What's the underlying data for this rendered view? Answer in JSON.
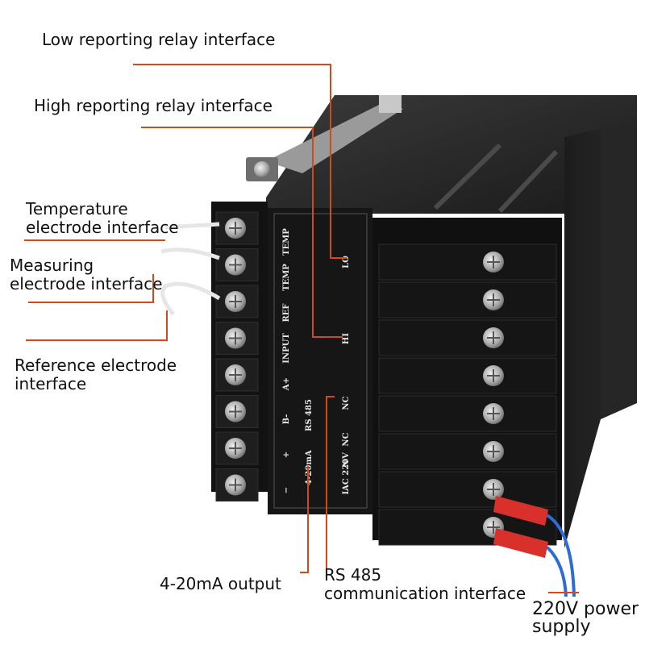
{
  "callouts": {
    "low_relay": "Low reporting relay interface",
    "high_relay": "High reporting relay interface",
    "temperature": "Temperature\nelectrode interface",
    "measuring": "Measuring\nelectrode interface",
    "reference": "Reference electrode\ninterface",
    "output": "4-20mA output",
    "rs485": "RS 485\ncommunication interface",
    "power": "220V power\nsupply"
  },
  "panel_left": {
    "col_a": [
      "TEMP",
      "TEMP",
      "REF",
      "INPUT",
      "A+",
      "B-",
      "+",
      "−"
    ],
    "group_rs485": "RS 485",
    "group_output": "4-20mA"
  },
  "panel_right": {
    "col_b": [
      "LO",
      "HI",
      "NC",
      "NC",
      "N",
      "L"
    ],
    "group_power": "AC 220V"
  },
  "colors": {
    "leader_line": "#d04a1a",
    "device_body": "#141414",
    "terminal_screw": "#b9b9b9",
    "wire_red": "#d8302a",
    "wire_blue": "#2f6bd6"
  }
}
